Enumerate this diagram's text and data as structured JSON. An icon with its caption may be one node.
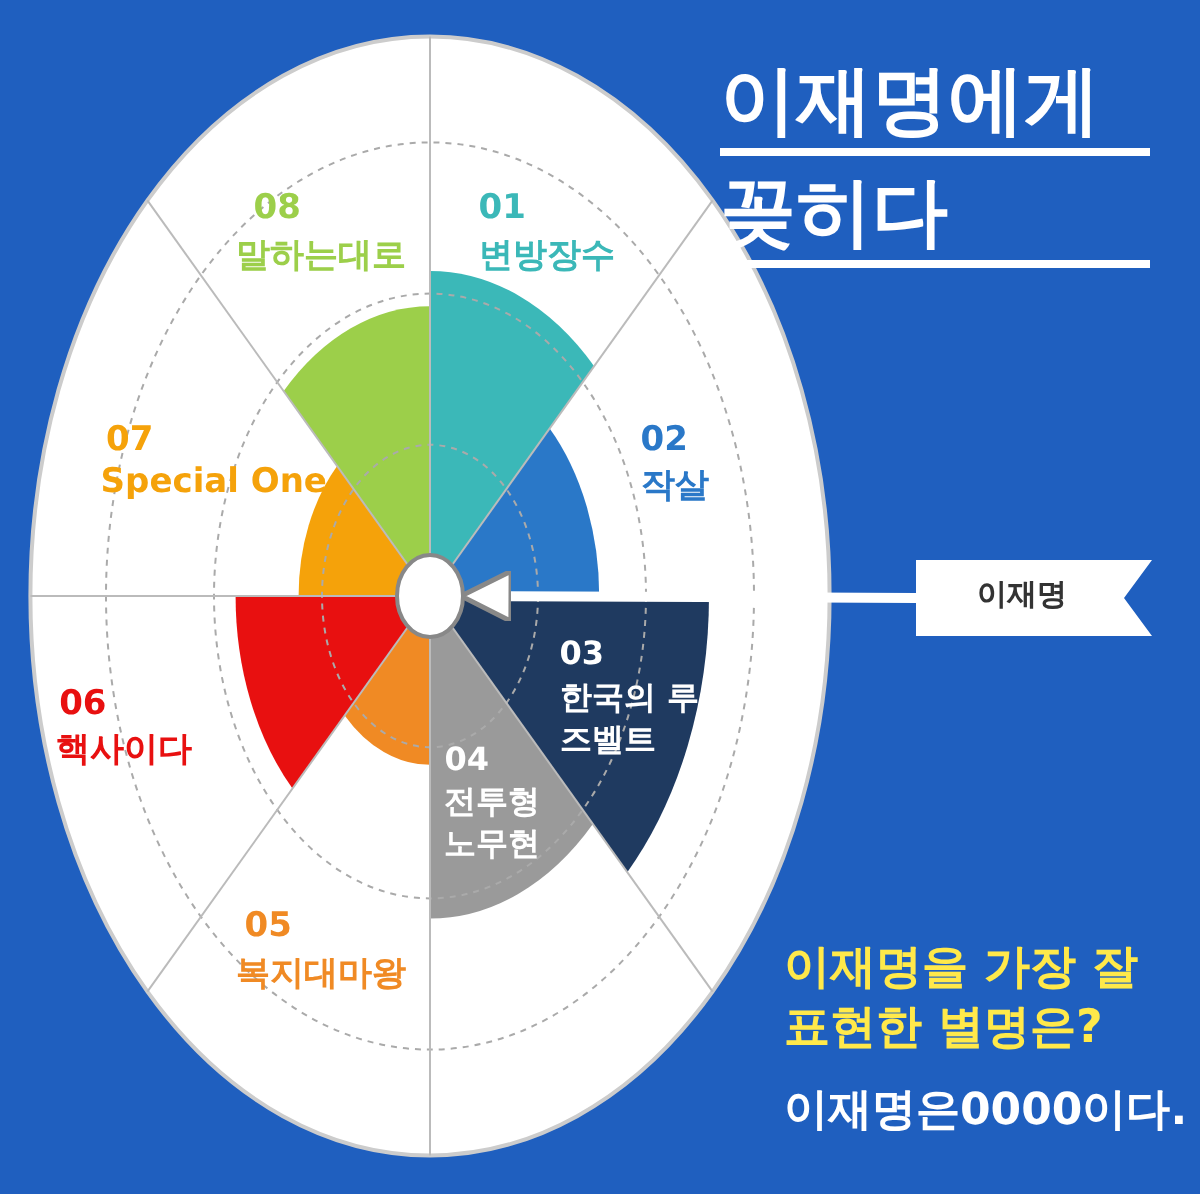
{
  "diagram": {
    "title": "이재명에게 꽂히다",
    "nodes": [
      {
        "text": [
          "이재명"
        ]
      },
      {
        "text": [],
        "shape": "circle"
      }
    ],
    "edges": [
      {
        "from": 0,
        "to": 1,
        "arrow": "to"
      }
    ],
    "labels": [
      "08",
      "말하는대로",
      "01",
      "변방장수",
      "07",
      "Special One",
      "02",
      "작살",
      "06",
      "핵사이다",
      "03",
      "한국의 루즈벨트",
      "04",
      "전투형 노무현",
      "05",
      "복지대마왕",
      "이재명을 가장 잘 표현한 별명은?",
      "이재명은0000이다."
    ]
  }
}
